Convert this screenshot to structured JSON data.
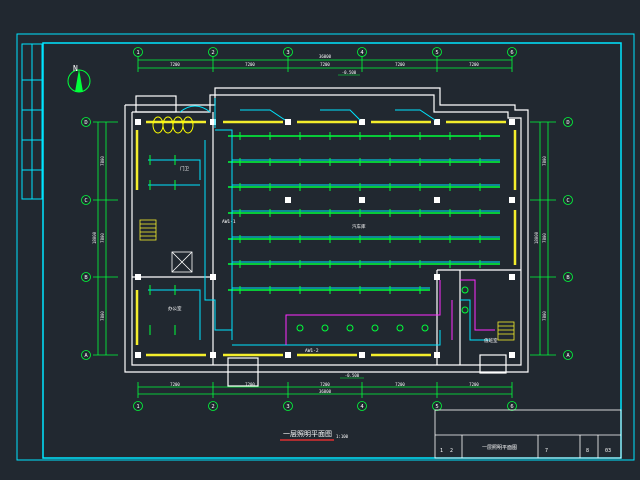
{
  "north_label": "N",
  "axes_top": [
    "1",
    "2",
    "3",
    "4",
    "5",
    "6"
  ],
  "axes_bottom": [
    "1",
    "2",
    "3",
    "4",
    "5",
    "6"
  ],
  "axes_left": [
    "D",
    "C",
    "B",
    "A"
  ],
  "axes_right": [
    "D",
    "C",
    "B",
    "A"
  ],
  "dim_total_top": "36000",
  "dim_spans_top": [
    "7200",
    "7200",
    "7200",
    "7200",
    "7200"
  ],
  "dim_total_bottom": "36000",
  "dim_spans_bottom": [
    "7200",
    "7200",
    "7200",
    "7200",
    "7200"
  ],
  "dim_total_left": "18000",
  "dim_spans_left": [
    "7800",
    "7800",
    "7800"
  ],
  "dim_total_right": "18000",
  "dim_spans_right": [
    "7800",
    "7800",
    "7800"
  ],
  "elev_top": "-0.500",
  "elev_bottom": "-0.500",
  "panel_labels": [
    "AW1-1",
    "AW1-2"
  ],
  "room_labels": [
    "汽车库",
    "办公室",
    "门卫",
    "值班室"
  ],
  "drawing_title": "一层照明平面图",
  "drawing_scale": "1:100",
  "titleblock_title": "一层照明平面图",
  "titleblock_cells": [
    "1",
    "2",
    "7",
    "8",
    "03"
  ],
  "colors": {
    "background": "#212830",
    "frame": "#00e5ff",
    "wall": "#ffffff",
    "grid": "#00ff3a",
    "lamp": "#00ff3a",
    "wire": "#00e5ff",
    "window": "#f4ee2c",
    "magenta": "#ff2bff",
    "title_underline": "#ff3030"
  }
}
